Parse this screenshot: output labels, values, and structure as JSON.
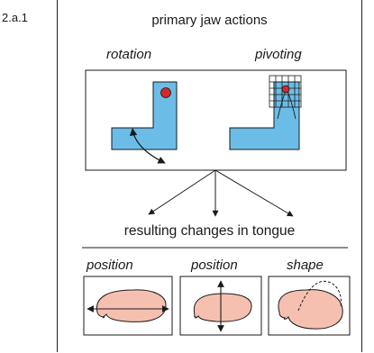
{
  "section_number": "2.a.1",
  "title": "primary jaw actions",
  "actions": [
    {
      "label": "rotation"
    },
    {
      "label": "pivoting"
    }
  ],
  "results_title": "resulting changes in tongue",
  "results": [
    {
      "label": "position"
    },
    {
      "label": "position"
    },
    {
      "label": "shape"
    }
  ],
  "colors": {
    "jaw_fill": "#6bbde8",
    "pivot_dot": "#d8262a",
    "tongue_fill": "#f6c0b0",
    "stroke": "#1a1a1a"
  }
}
